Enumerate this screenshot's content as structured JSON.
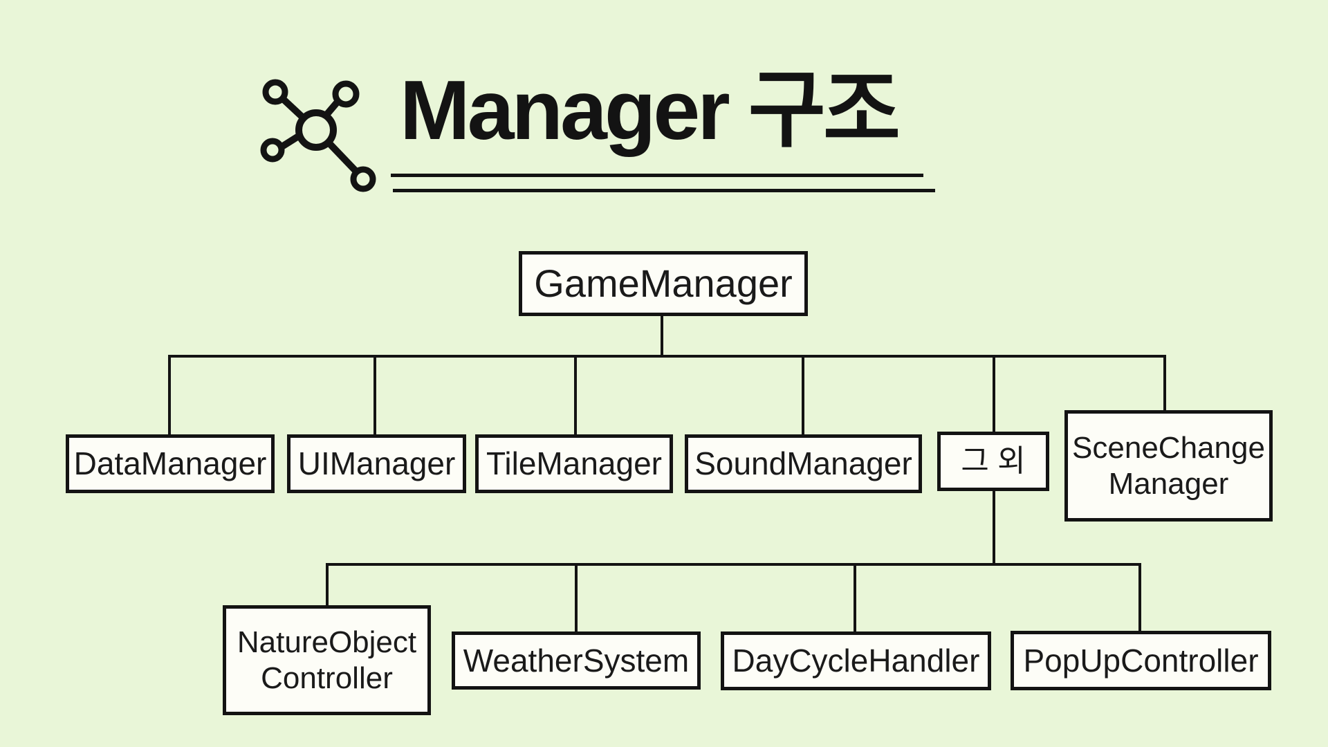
{
  "title": {
    "text": "Manager 구조",
    "icon": "network-hub-icon"
  },
  "colors": {
    "background": "#e9f6d8",
    "node_fill": "#fdfdf7",
    "line": "#131313",
    "text": "#1a1a1a"
  },
  "diagram": {
    "root": {
      "label": "GameManager"
    },
    "children": [
      {
        "label": "DataManager"
      },
      {
        "label": "UIManager"
      },
      {
        "label": "TileManager"
      },
      {
        "label": "SoundManager"
      },
      {
        "label": "그 외"
      },
      {
        "label": "SceneChange\nManager"
      }
    ],
    "etc_children": [
      {
        "label": "NatureObject\nController"
      },
      {
        "label": "WeatherSystem"
      },
      {
        "label": "DayCycleHandler"
      },
      {
        "label": "PopUpController"
      }
    ]
  }
}
